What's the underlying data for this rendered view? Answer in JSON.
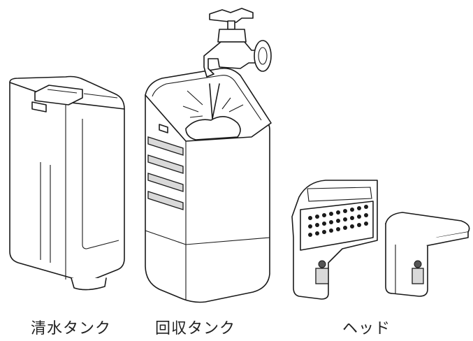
{
  "labels": {
    "clean_tank": "清水タンク",
    "dirty_tank": "回収タンク",
    "head": "ヘッド"
  },
  "icons": [
    "clean-water-tank-illustration",
    "dirty-water-tank-illustration",
    "faucet-illustration",
    "head-illustration",
    "head-cover-illustration"
  ]
}
